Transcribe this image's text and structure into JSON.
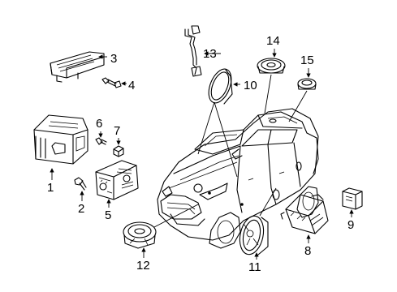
{
  "callouts": [
    {
      "id": 1,
      "text": "1"
    },
    {
      "id": 2,
      "text": "2"
    },
    {
      "id": 3,
      "text": "3"
    },
    {
      "id": 4,
      "text": "4"
    },
    {
      "id": 5,
      "text": "5"
    },
    {
      "id": 6,
      "text": "6"
    },
    {
      "id": 7,
      "text": "7"
    },
    {
      "id": 8,
      "text": "8"
    },
    {
      "id": 9,
      "text": "9"
    },
    {
      "id": 10,
      "text": "10"
    },
    {
      "id": 11,
      "text": "11"
    },
    {
      "id": 12,
      "text": "12"
    },
    {
      "id": 13,
      "text": "13"
    },
    {
      "id": 14,
      "text": "14"
    },
    {
      "id": 15,
      "text": "15"
    }
  ]
}
